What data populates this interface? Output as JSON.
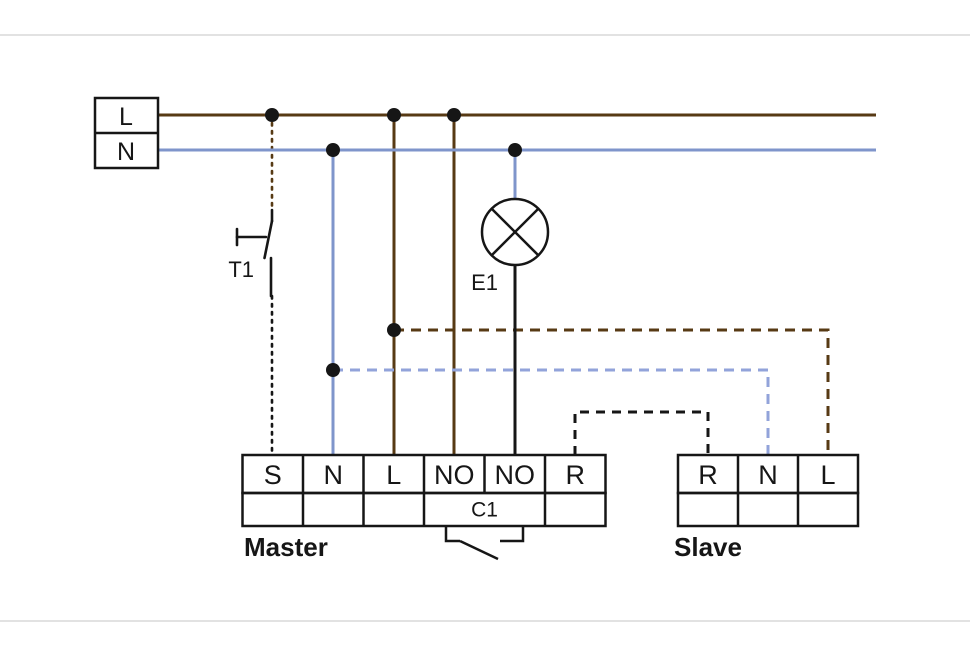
{
  "diagram": {
    "colors": {
      "brown": "#573a14",
      "blue": "#7f95cb",
      "blue_dashed": "#92a3da",
      "black": "#161616",
      "page_edge": "#d9d9d9",
      "background": "#ffffff"
    },
    "supply": {
      "live": "L",
      "neutral": "N"
    },
    "switch_t1": {
      "label": "T1"
    },
    "lamp_e1": {
      "label": "E1"
    },
    "master": {
      "label": "Master",
      "terminals": [
        "S",
        "N",
        "L",
        "NO",
        "NO",
        "R"
      ],
      "relay": "C1"
    },
    "slave": {
      "label": "Slave",
      "terminals": [
        "R",
        "N",
        "L"
      ]
    }
  }
}
